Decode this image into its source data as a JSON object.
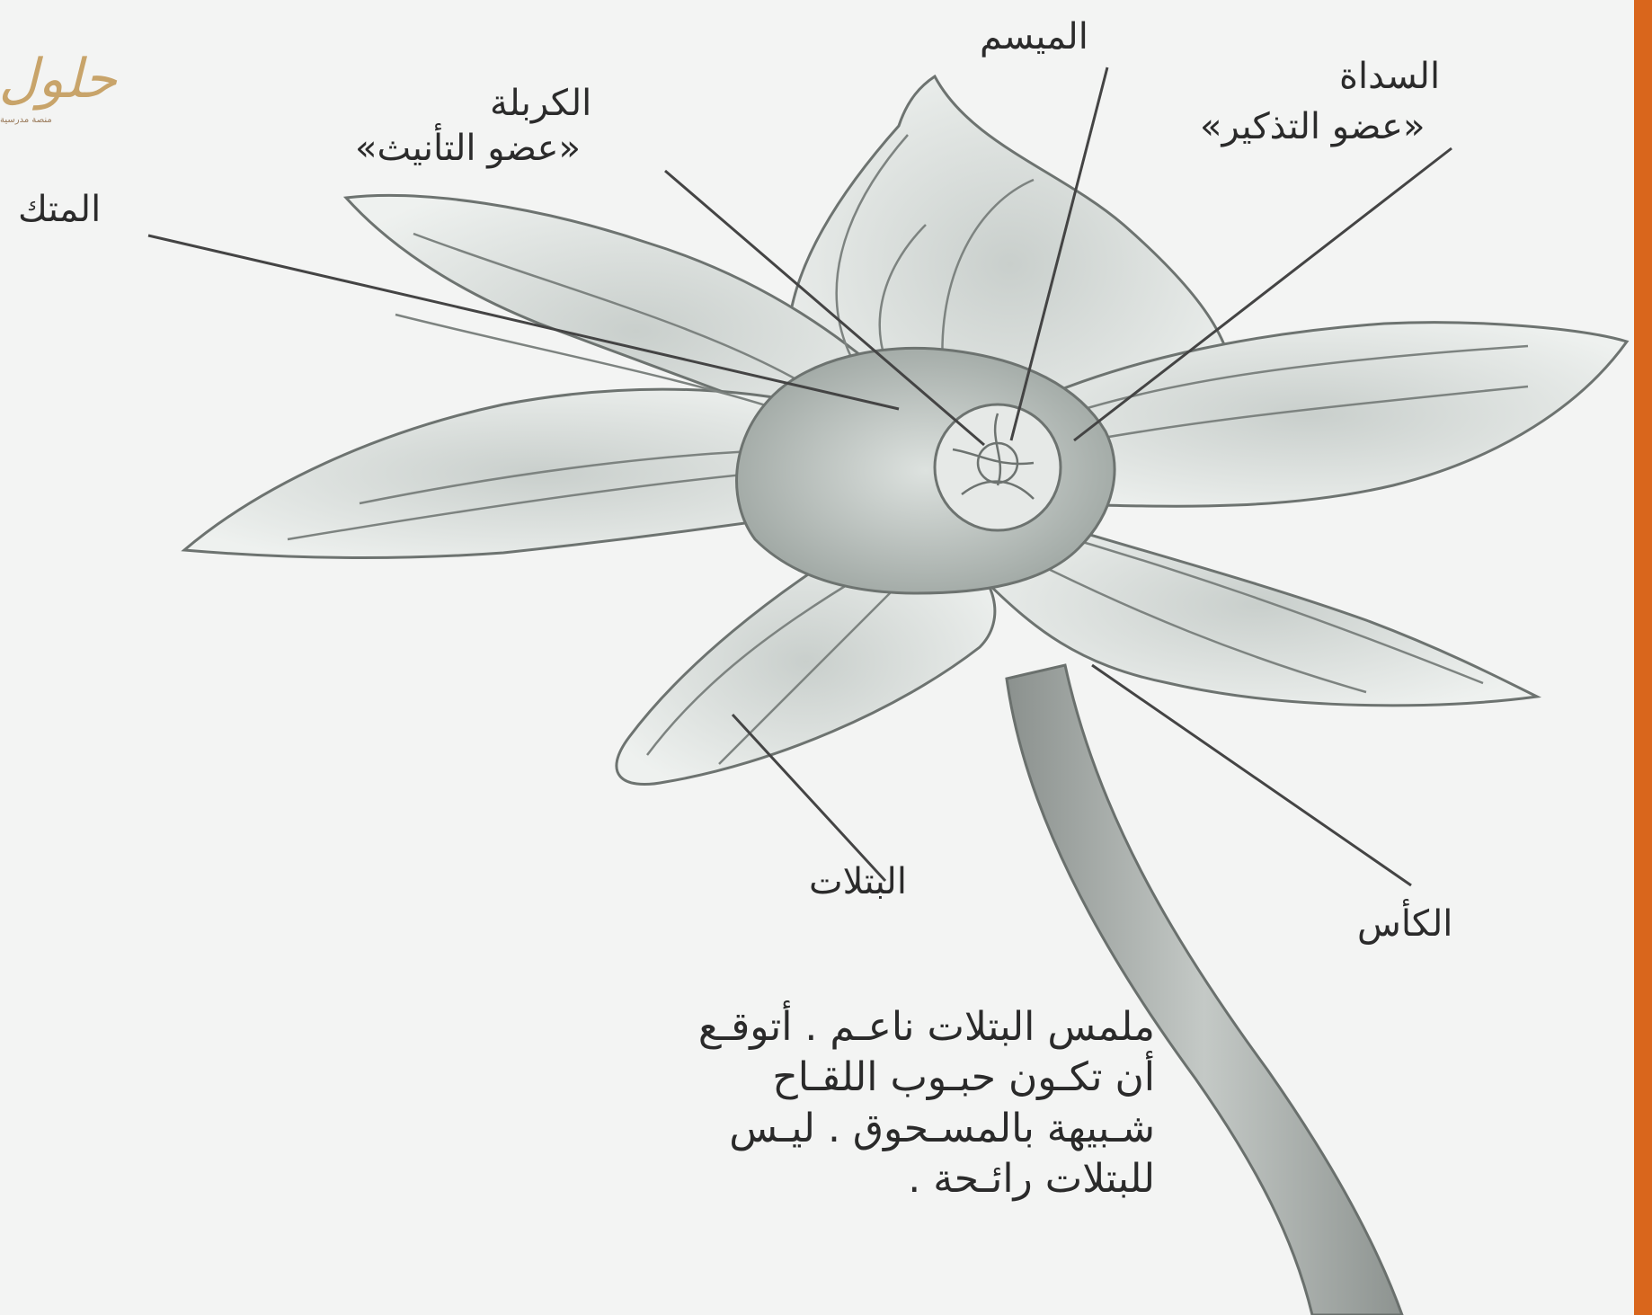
{
  "diagram": {
    "labels": {
      "stigma": "الميسم",
      "carpel": "الكربلة",
      "carpel_sub": "«عضو التأنيث»",
      "stamen": "السداة",
      "stamen_sub": "«عضو التذكير»",
      "anther": "المتك",
      "petals": "البتلات",
      "calyx": "الكأس"
    },
    "note_lines": [
      "ملمس البتلات ناعـم . أتوقـع",
      "أن تكـون حبـوب اللقـاح",
      "شـبيهة بالمسـحوق . ليـس",
      "للبتلات رائـحة ."
    ]
  },
  "logo": {
    "mark": "حلول",
    "tagline": "منصة مدرسية"
  },
  "colors": {
    "accent_bar": "#d9661c",
    "line": "#444444",
    "petal_fill": "#e3e7e5",
    "petal_stroke": "#6d7370",
    "corona_fill": "#b8bfbb"
  }
}
